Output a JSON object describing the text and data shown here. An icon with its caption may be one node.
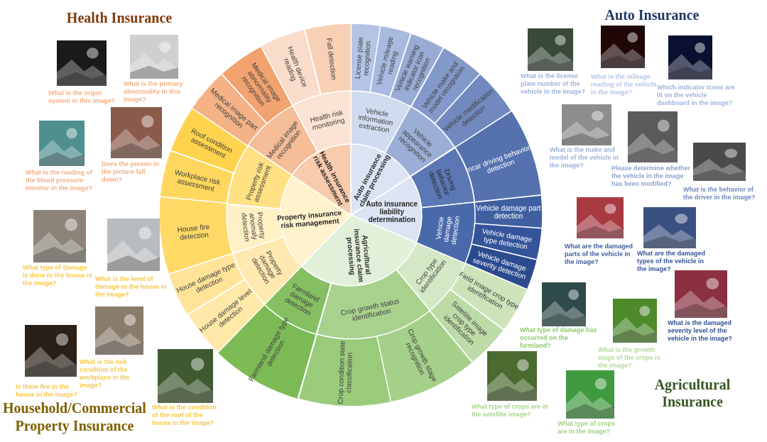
{
  "diagram": {
    "nodes": [
      {
        "text": [
          "Auto insurance claim processing"
        ]
      },
      {
        "text": [
          "Auto insurance liability determination"
        ]
      },
      {
        "text": [
          "Agricultural insurance claim processing"
        ]
      },
      {
        "text": [
          "Property insurance risk management"
        ]
      },
      {
        "text": [
          "Health insurance risk assessment"
        ]
      },
      {
        "text": [
          "Vehicle information extraction"
        ]
      },
      {
        "text": [
          "Vehicle appearance recognition"
        ]
      },
      {
        "text": [
          "Driving behavior detection"
        ]
      },
      {
        "text": [
          "Vehicle damage detection"
        ]
      },
      {
        "text": [
          "Crop type identification"
        ]
      },
      {
        "text": [
          "Crop growth status identification"
        ]
      },
      {
        "text": [
          "Farmland damage detection"
        ]
      },
      {
        "text": [
          "Property damage detection"
        ]
      },
      {
        "text": [
          "Property anomaly detection"
        ]
      },
      {
        "text": [
          "Property risk assessment"
        ]
      },
      {
        "text": [
          "Medical image recognition"
        ]
      },
      {
        "text": [
          "Health risk monitoring"
        ]
      },
      {
        "text": [
          "License plate recognition"
        ]
      },
      {
        "text": [
          "Vehicle mileage reading"
        ]
      },
      {
        "text": [
          "Vehicle warning indicator icon recognition"
        ]
      },
      {
        "text": [
          "Vehicle make and model recognition"
        ]
      },
      {
        "text": [
          "Vehicle modification detection"
        ]
      },
      {
        "text": [
          "Incar driving behavior detection"
        ]
      },
      {
        "text": [
          "Vehicle damage part detection"
        ]
      },
      {
        "text": [
          "Vehicle damage type detection"
        ]
      },
      {
        "text": [
          "Vehicle damage severity detection"
        ]
      },
      {
        "text": [
          "Field image crop type identification"
        ]
      },
      {
        "text": [
          "Satellite image crop type identification"
        ]
      },
      {
        "text": [
          "Crop growth stage recognition"
        ]
      },
      {
        "text": [
          "Crop condition state classification"
        ]
      },
      {
        "text": [
          "Farmland damage type detection"
        ]
      },
      {
        "text": [
          "House damage level detection"
        ]
      },
      {
        "text": [
          "House damage type detection"
        ]
      },
      {
        "text": [
          "House fire detection"
        ]
      },
      {
        "text": [
          "Workplace risk assessment"
        ]
      },
      {
        "text": [
          "Roof condition assessment"
        ]
      },
      {
        "text": [
          "Medical image part recognition"
        ]
      },
      {
        "text": [
          "Medical image abnormality recognition"
        ]
      },
      {
        "text": [
          "Health device reading"
        ]
      },
      {
        "text": [
          "Fall detection"
        ]
      },
      {
        "text": [],
        "shape": "picture",
        "beside": [
          "What is the organ system in this image?"
        ]
      },
      {
        "text": [],
        "shape": "picture",
        "beside": [
          "What is the primary abnormality in this image?"
        ]
      },
      {
        "text": [],
        "shape": "picture",
        "beside": [
          "What is the reading of the blood pressure monitor in the image?"
        ]
      },
      {
        "text": [],
        "shape": "picture",
        "beside": [
          "Does the person in the picture fall down?"
        ]
      },
      {
        "text": [],
        "shape": "picture",
        "beside": [
          "What type of damage is done to the house in the image?"
        ]
      },
      {
        "text": [],
        "shape": "picture",
        "beside": [
          "What is the level of damage to the house in the image?"
        ]
      },
      {
        "text": [],
        "shape": "picture",
        "beside": [
          "Is there fire in the house in the image?"
        ]
      },
      {
        "text": [],
        "shape": "picture",
        "beside": [
          "What is the risk condition of the workplace in the image?"
        ]
      },
      {
        "text": [],
        "shape": "picture",
        "beside": [
          "What is the condition of the roof of the house in the image?"
        ]
      },
      {
        "text": [],
        "shape": "picture",
        "beside": [
          "What is the license plate number of the vehicle in the image?"
        ]
      },
      {
        "text": [],
        "shape": "picture",
        "beside": [
          "What is the mileage reading of the vehicle in the image?"
        ]
      },
      {
        "text": [],
        "shape": "picture",
        "beside": [
          "Which indicator icons are lit on the vehicle dashboard in the image?"
        ]
      },
      {
        "text": [],
        "shape": "picture",
        "beside": [
          "What is the make and model of the vehicle in the image?"
        ]
      },
      {
        "text": [],
        "shape": "picture",
        "beside": [
          "Please determine whether the vehicle in the image has been modified?"
        ]
      },
      {
        "text": [],
        "shape": "picture",
        "beside": [
          "What is the behavior of the driver in the image?"
        ]
      },
      {
        "text": [],
        "shape": "picture",
        "beside": [
          "What are the damaged parts of the vehicle in the image?"
        ]
      },
      {
        "text": [],
        "shape": "picture",
        "beside": [
          "What are the damaged types of the vehicle in the image?"
        ]
      },
      {
        "text": [],
        "shape": "picture",
        "beside": [
          "What is the damaged severity level of the vehicle in the image?"
        ]
      },
      {
        "text": [],
        "shape": "picture",
        "beside": [
          "What type of damage has occurred on the farmland?"
        ]
      },
      {
        "text": [],
        "shape": "picture",
        "beside": [
          "What is the growth stage of the crops in the image?"
        ]
      },
      {
        "text": [],
        "shape": "picture",
        "beside": [
          "What type of crops are in the satellite image?"
        ]
      },
      {
        "text": [],
        "shape": "picture",
        "beside": [
          "What type of crops are in the image?"
        ]
      }
    ],
    "labels": [
      "Health Insurance",
      "Auto Insurance",
      "Household/Commercial Property Insurance",
      "Agricultural Insurance"
    ]
  }
}
